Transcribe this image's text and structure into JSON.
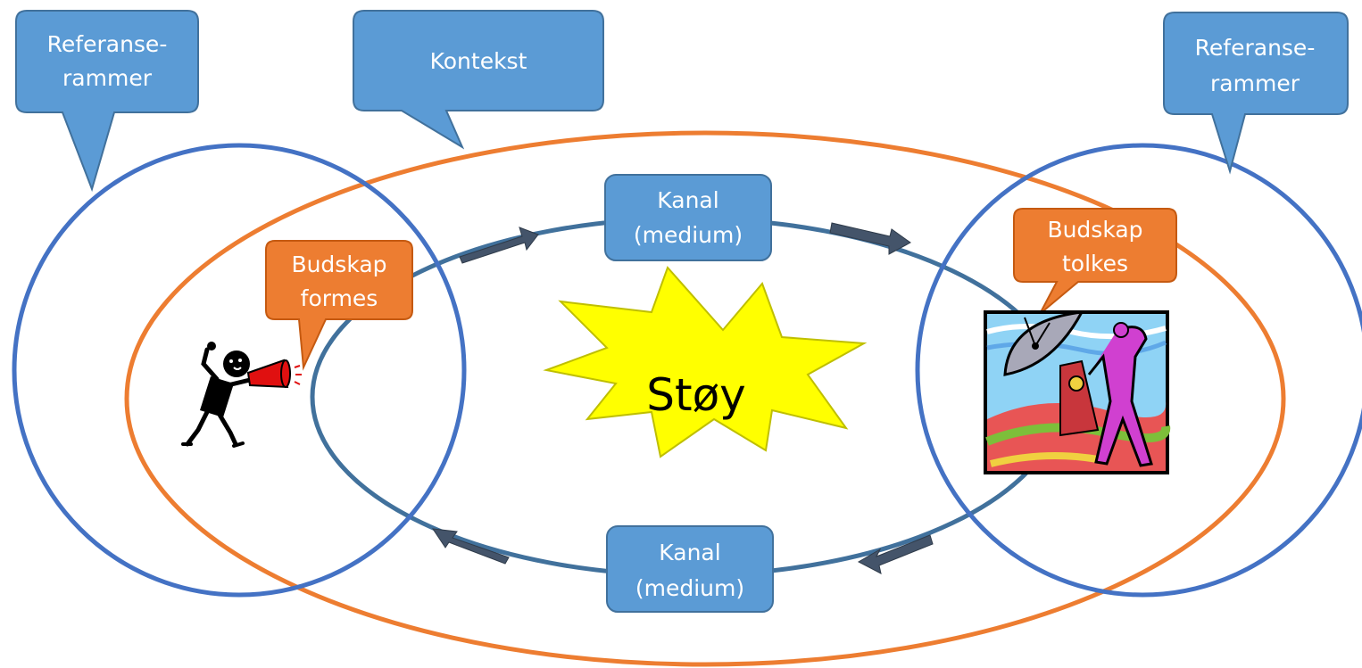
{
  "callouts": {
    "frames_left": {
      "line1": "Referanse-",
      "line2": "rammer"
    },
    "context": {
      "text": "Kontekst"
    },
    "frames_right": {
      "line1": "Referanse-",
      "line2": "rammer"
    }
  },
  "channels": {
    "top": {
      "line1": "Kanal",
      "line2": "(medium)"
    },
    "bottom": {
      "line1": "Kanal",
      "line2": "(medium)"
    }
  },
  "messages": {
    "formed": {
      "line1": "Budskap",
      "line2": "formes"
    },
    "interpreted": {
      "line1": "Budskap",
      "line2": "tolkes"
    }
  },
  "noise": {
    "text": "Støy"
  },
  "icons": {
    "sender": "person-with-megaphone-icon",
    "receiver": "satellite-dish-icon"
  },
  "colors": {
    "callout_blue": "#5b9bd5",
    "callout_orange": "#ed7d31",
    "frame_circle": "#4472c4",
    "context_ellipse": "#ed7d31",
    "channel_ring": "#41719c",
    "arrow": "#44546a",
    "noise_fill": "#ffff00"
  }
}
